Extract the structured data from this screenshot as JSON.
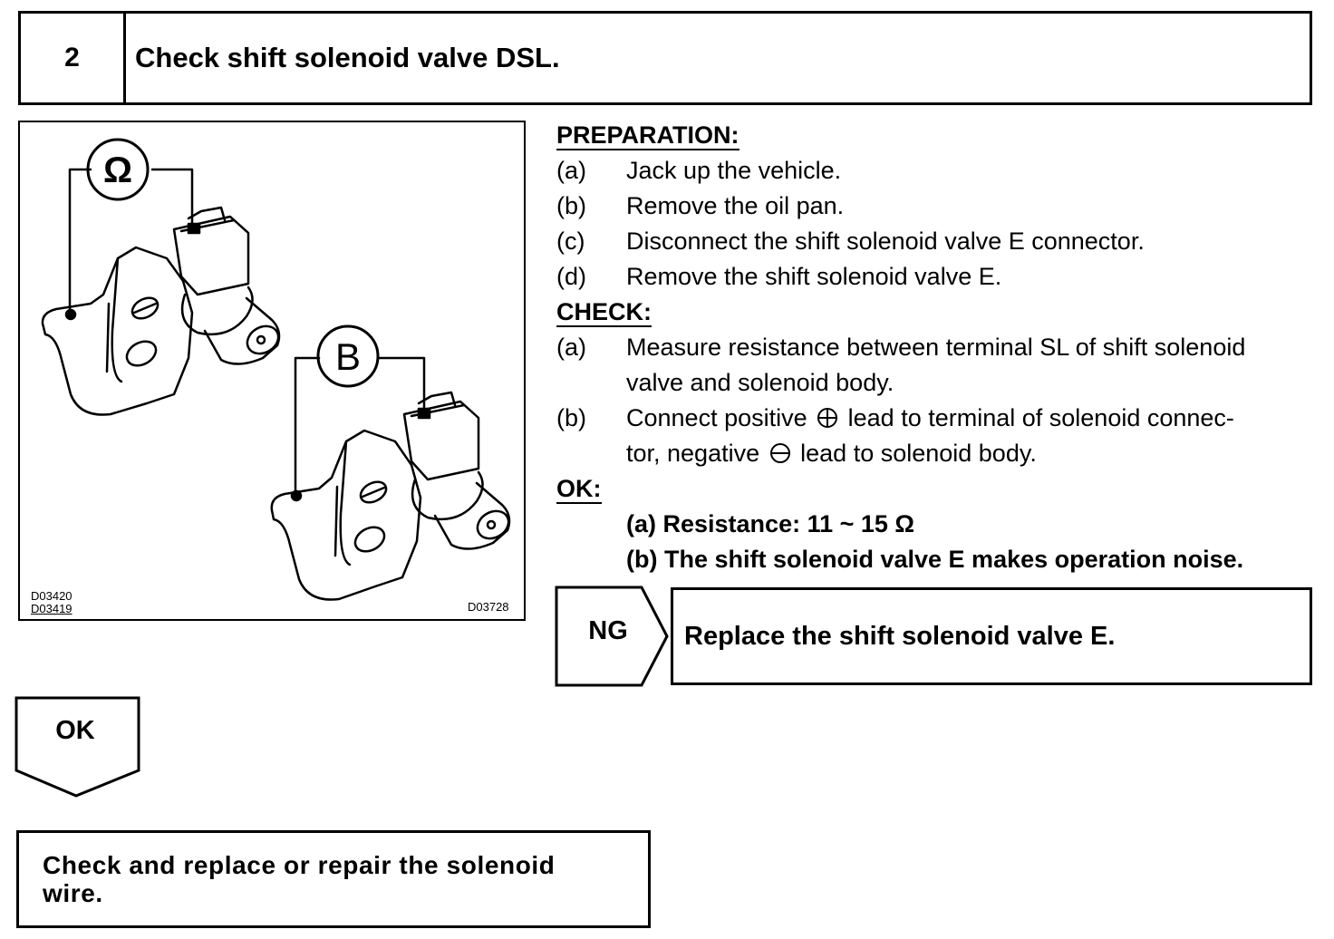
{
  "header": {
    "step_number": "2",
    "title": "Check shift solenoid valve DSL."
  },
  "figure": {
    "meter_symbol_top": "Ω",
    "meter_symbol_bottom": "B",
    "codes_left": [
      "D03420",
      "D03419"
    ],
    "code_right": "D03728"
  },
  "preparation": {
    "heading": "PREPARATION:",
    "items": [
      {
        "label": "(a)",
        "text": "Jack up the vehicle."
      },
      {
        "label": "(b)",
        "text": "Remove the oil pan."
      },
      {
        "label": "(c)",
        "text": "Disconnect the shift solenoid valve E connector."
      },
      {
        "label": "(d)",
        "text": "Remove the shift solenoid valve E."
      }
    ]
  },
  "check": {
    "heading": "CHECK:",
    "items": [
      {
        "label": "(a)",
        "line1": "Measure resistance between terminal SL of shift solenoid",
        "line2": "valve and solenoid body."
      },
      {
        "label": "(b)",
        "line1_pre": "Connect positive",
        "line1_post": "lead to terminal of solenoid connec-",
        "line2_pre": "tor, negative",
        "line2_post": "lead to solenoid body."
      }
    ]
  },
  "ok": {
    "heading": "OK:",
    "items": [
      "(a) Resistance: 11 ~ 15 Ω",
      "(b) The shift solenoid valve E makes operation noise."
    ]
  },
  "ng_branch": {
    "label": "NG",
    "action": "Replace the shift solenoid valve E."
  },
  "ok_branch": {
    "label": "OK"
  },
  "final_action": {
    "line1": "Check and replace or repair the solenoid",
    "line2": "wire."
  }
}
